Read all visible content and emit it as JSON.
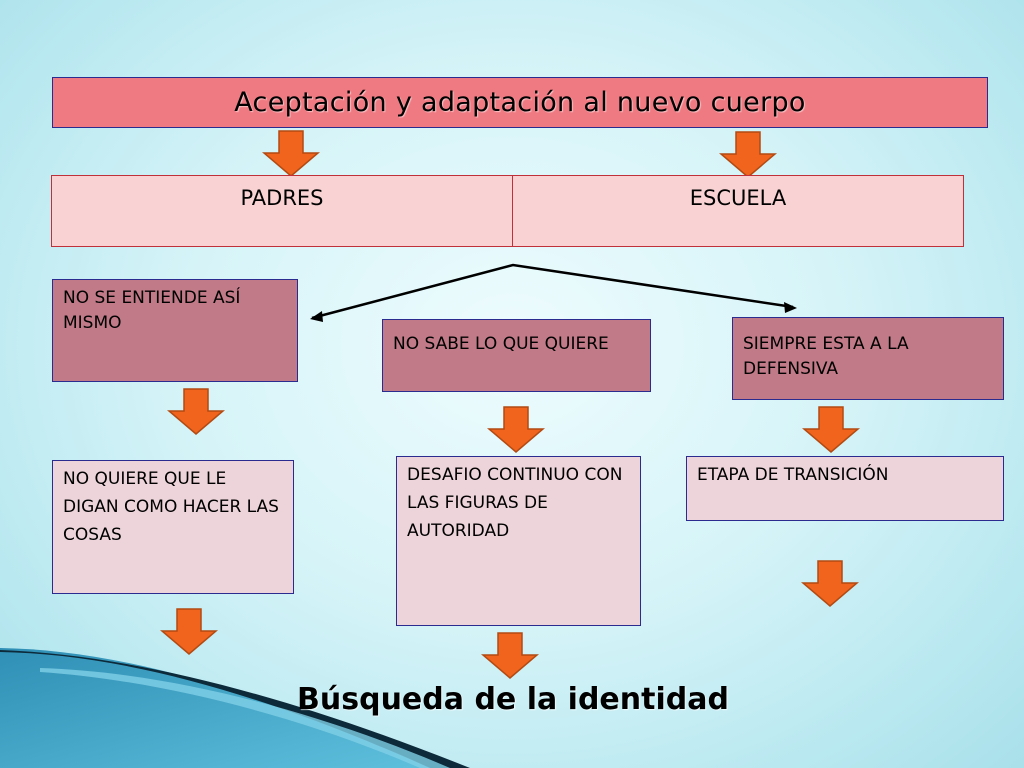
{
  "title": "Aceptación y adaptación al nuevo cuerpo",
  "header_cells": {
    "padres": "PADRES",
    "escuela": "ESCUELA"
  },
  "boxes": {
    "no_se_entiende": "NO SE ENTIENDE ASÍ MISMO",
    "no_sabe": "NO SABE LO QUE QUIERE",
    "defensiva": "SIEMPRE ESTA  A LA DEFENSIVA",
    "no_quiere": " NO QUIERE QUE LE DIGAN COMO HACER LAS COSAS",
    "desafio": "DESAFIO CONTINUO CON LAS FIGURAS DE AUTORIDAD",
    "etapa": "ETAPA DE TRANSICIÓN"
  },
  "conclusion": "Búsqueda de la identidad",
  "colors": {
    "title_fill": "#ef7a82",
    "header_fill": "#f9d3d4",
    "dark_box_fill": "#c07a88",
    "light_box_fill": "#ecd4da",
    "arrow_fill": "#f0641e",
    "background": "#d6f4f8"
  }
}
